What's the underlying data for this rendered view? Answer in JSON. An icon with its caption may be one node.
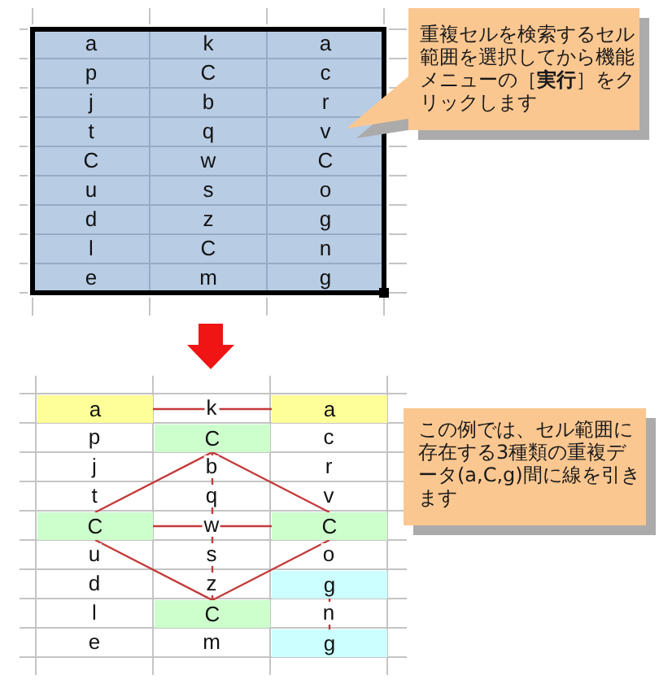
{
  "diagram": {
    "nodes": [
      {
        "text": [
          "重複セルを検索するセル範囲を選択してから機能メニューの［**実行**］をクリックします"
        ]
      },
      {
        "text": [
          "a"
        ]
      },
      {
        "text": [
          "a"
        ]
      },
      {
        "text": [
          "C"
        ]
      },
      {
        "text": [
          "C"
        ]
      },
      {
        "text": [
          "C"
        ]
      },
      {
        "text": [
          "g"
        ]
      },
      {
        "text": [
          "C"
        ]
      },
      {
        "text": [
          "g"
        ]
      },
      {
        "text": [
          "この例では、セル範囲に存在する3種類の重複データ(a,C,g)間に線を引きます"
        ]
      }
    ],
    "edges": [
      {
        "from": 1,
        "to": 2,
        "arrow": "none"
      },
      {
        "from": 3,
        "to": 4,
        "arrow": "none"
      },
      {
        "from": 3,
        "to": 5,
        "arrow": "none"
      },
      {
        "from": 3,
        "to": 7,
        "arrow": "none"
      },
      {
        "from": 4,
        "to": 5,
        "arrow": "none"
      },
      {
        "from": 4,
        "to": 7,
        "arrow": "none"
      },
      {
        "from": 5,
        "to": 7,
        "arrow": "none"
      },
      {
        "from": 6,
        "to": 8,
        "arrow": "none"
      }
    ],
    "labels": [
      "a",
      "k",
      "a",
      "p",
      "C",
      "c",
      "j",
      "b",
      "r",
      "t",
      "q",
      "v",
      "C",
      "w",
      "C",
      "u",
      "s",
      "o",
      "d",
      "z",
      "g",
      "l",
      "C",
      "n",
      "e",
      "m",
      "g",
      "k",
      "p",
      "c",
      "j",
      "b",
      "r",
      "t",
      "q",
      "v",
      "w",
      "u",
      "s",
      "o",
      "d",
      "z",
      "l",
      "n",
      "e",
      "m"
    ]
  }
}
